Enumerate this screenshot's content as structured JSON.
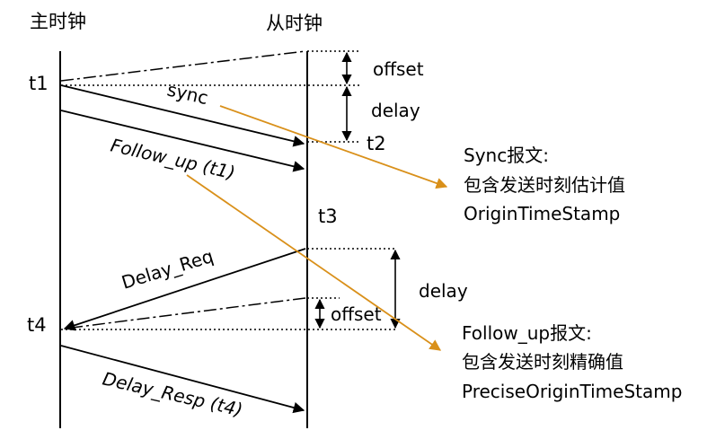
{
  "colors": {
    "line": "#000000",
    "callout": "#d9901a",
    "background": "#ffffff"
  },
  "headers": {
    "master": "主时钟",
    "slave": "从时钟"
  },
  "times": {
    "t1": "t1",
    "t2": "t2",
    "t3": "t3",
    "t4": "t4"
  },
  "messages": {
    "sync": "sync",
    "follow_up": "Follow_up (t1)",
    "delay_req": "Delay_Req",
    "delay_resp": "Delay_Resp (t4)"
  },
  "measures": {
    "offset_top": "offset",
    "delay_top": "delay",
    "delay_bottom": "delay",
    "offset_bottom": "offset"
  },
  "notes": {
    "sync": {
      "title": "Sync报文:",
      "line1": "包含发送时刻估计值",
      "line2": "OriginTimeStamp"
    },
    "follow_up": {
      "title": "Follow_up报文:",
      "line1": "包含发送时刻精确值",
      "line2": "PreciseOriginTimeStamp"
    }
  }
}
